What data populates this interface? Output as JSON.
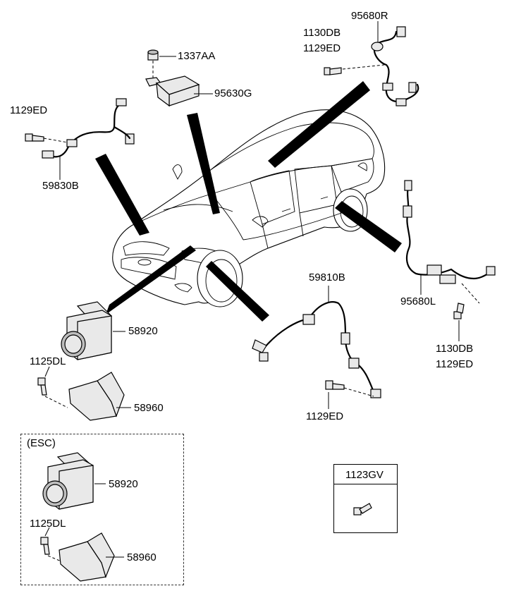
{
  "labels": {
    "p95680R": "95680R",
    "p1130DB_top": "1130DB",
    "p1129ED_top": "1129ED",
    "p1337AA": "1337AA",
    "p95630G": "95630G",
    "p1129ED_left": "1129ED",
    "p59830B": "59830B",
    "p95680L": "95680L",
    "p1130DB_right": "1130DB",
    "p1129ED_right": "1129ED",
    "p59810B": "59810B",
    "p1129ED_bottom": "1129ED",
    "p58920": "58920",
    "p1125DL": "1125DL",
    "p58960": "58960"
  },
  "esc": {
    "title": "(ESC)",
    "p58920": "58920",
    "p1125DL": "1125DL",
    "p58960": "58960"
  },
  "bolt_box": {
    "title": "1123GV"
  }
}
